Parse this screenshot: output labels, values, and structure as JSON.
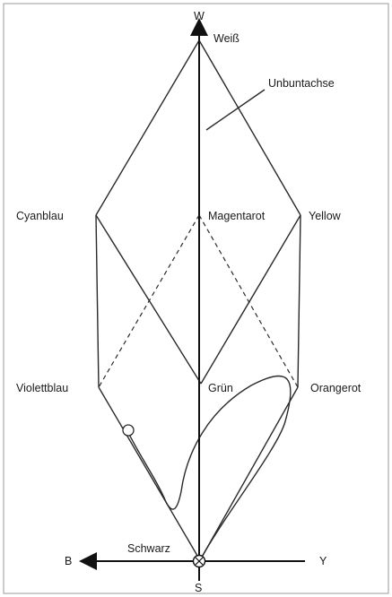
{
  "labels": {
    "top_axis": "W",
    "bottom_axis": "S",
    "left_axis": "B",
    "right_axis": "Y",
    "white": "Weiß",
    "achromatic_axis": "Unbuntachse",
    "cyan": "Cyanblau",
    "magenta": "Magentarot",
    "yellow": "Yellow",
    "violet": "Violettblau",
    "green": "Grün",
    "orange": "Orangerot",
    "black": "Schwarz"
  },
  "colors": {
    "line": "#2a2a2a",
    "border": "#9a9a9a",
    "background": "#ffffff"
  }
}
